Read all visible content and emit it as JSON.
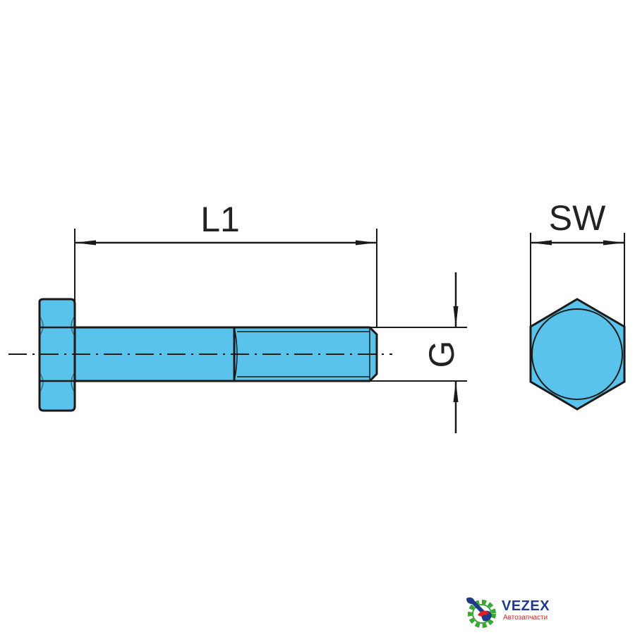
{
  "dimensions": {
    "length_label": "L1",
    "thread_label": "G",
    "wrench_size_label": "SW"
  },
  "brand": {
    "name": "VEZEX",
    "subtitle": "Автозапчасти"
  },
  "colors": {
    "part_fill": "#5ac3ec",
    "outline": "#1a1a1a",
    "brand_blue": "#1f3a8a",
    "brand_red": "#e0201b",
    "brand_green": "#3aa635"
  },
  "icons": {
    "logo": "gear-wrench-logo"
  }
}
